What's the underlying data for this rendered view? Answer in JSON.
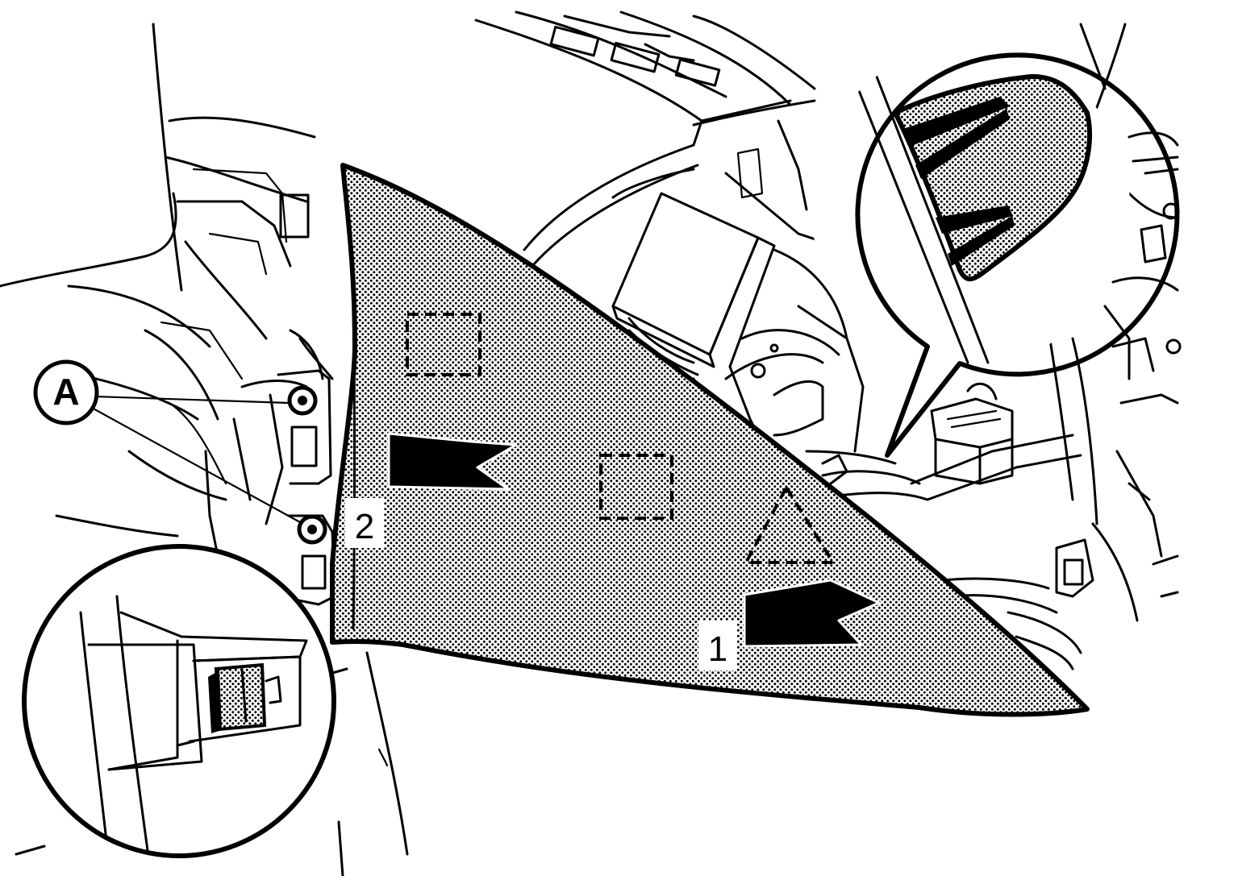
{
  "callouts": {
    "label_a": "A",
    "label_1": "1",
    "label_2": "2"
  },
  "colors": {
    "line": "#000000",
    "background": "#ffffff",
    "panel_fill_pattern": "dotted-halftone"
  }
}
